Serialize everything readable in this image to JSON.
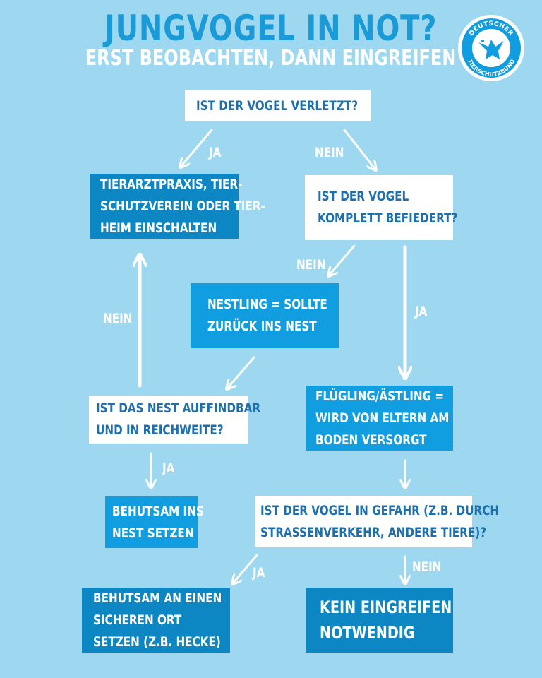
{
  "header": {
    "title": "JUNGVOGEL IN NOT?",
    "subtitle": "ERST BEOBACHTEN, DANN EINGREIFEN"
  },
  "logo": {
    "icon": "bird-logo-icon",
    "text_top": "DEUTSCHER",
    "text_bottom": "TIERSCHUTZBUND"
  },
  "nodes": {
    "q_injured": [
      "IST DER VOGEL VERLETZT?"
    ],
    "vet": [
      "TIERARZTPRAXIS, TIER-",
      "SCHUTZVEREIN  ODER TIER-",
      "HEIM EINSCHALTEN"
    ],
    "q_feathered": [
      "IST DER VOGEL",
      "KOMPLETT BEFIEDERT?"
    ],
    "nestling": [
      "NESTLING = SOLLTE",
      "ZURÜCK INS NEST"
    ],
    "q_nest": [
      "IST DAS NEST AUFFINDBAR",
      "UND IN REICHWEITE?"
    ],
    "fledgling": [
      "FLÜGLING/ÄSTLING =",
      "WIRD VON ELTERN AM",
      "BODEN VERSORGT"
    ],
    "put_nest": [
      "BEHUTSAM INS",
      "NEST SETZEN"
    ],
    "q_danger": [
      "IST DER VOGEL IN GEFAHR (Z.B. DURCH",
      "STRASSENVERKEHR, ANDERE TIERE)?"
    ],
    "safe_place": [
      "BEHUTSAM AN EINEN",
      "SICHEREN ORT",
      "SETZEN (Z.B. HECKE)"
    ],
    "no_action": [
      "KEIN EINGREIFEN",
      "NOTWENDIG"
    ]
  },
  "edges": {
    "injured_yes": "JA",
    "injured_no": "NEIN",
    "feathered_no": "NEIN",
    "feathered_yes": "JA",
    "nest_no": "NEIN",
    "nest_yes": "JA",
    "danger_yes": "JA",
    "danger_no": "NEIN"
  },
  "colors": {
    "background": "#9dd7f0",
    "title": "#1a9ad6",
    "box_white_text": "#1d6fae",
    "box_blue": "#119ee0",
    "box_dark": "#0d87c4"
  }
}
